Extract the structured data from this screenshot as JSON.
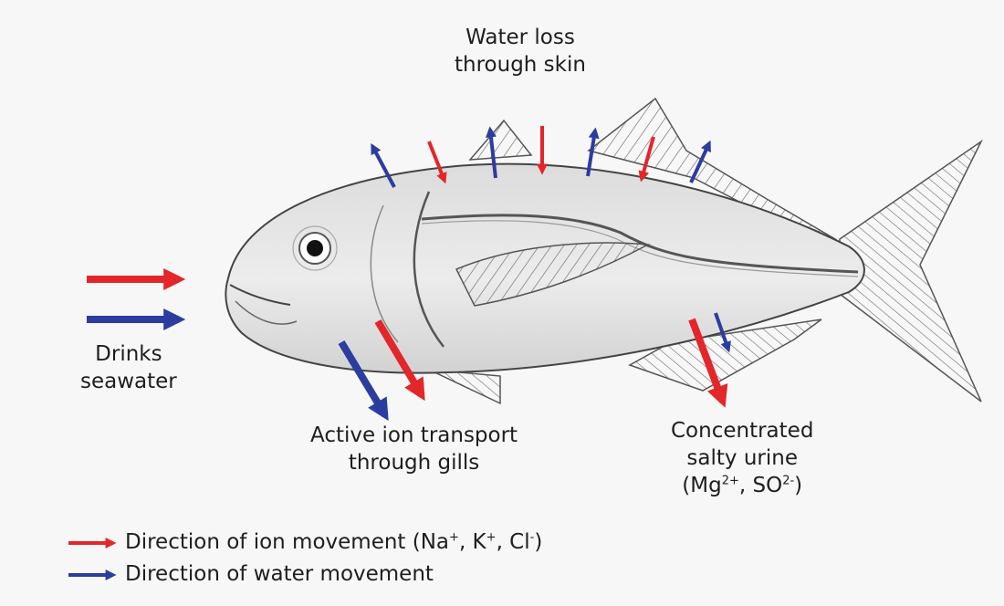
{
  "colors": {
    "ion": "#e3262a",
    "water": "#2b3d9e",
    "background": "#f7f7f7"
  },
  "labels": {
    "water_loss_line1": "Water loss",
    "water_loss_line2": "through skin",
    "drinks_line1": "Drinks",
    "drinks_line2": "seawater",
    "gills_line1": "Active ion transport",
    "gills_line2": "through gills",
    "urine_line1": "Concentrated",
    "urine_line2": "salty urine",
    "urine_open": "(Mg",
    "urine_mg_charge": "2+",
    "urine_sep": ", SO",
    "urine_so_sup": "2-",
    "urine_close": ")"
  },
  "legend": {
    "ion": {
      "text_open": "Direction of ion movement (Na",
      "na_charge": "+",
      "sep1": ", K",
      "k_charge": "+",
      "sep2": ", Cl",
      "cl_charge": "-",
      "text_close": ")"
    },
    "water": {
      "text": "Direction of water movement"
    }
  }
}
